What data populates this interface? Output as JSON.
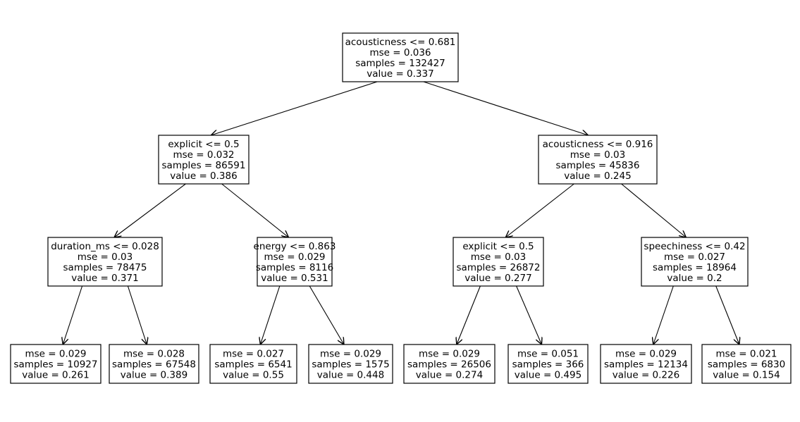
{
  "tree": {
    "nodes": [
      {
        "id": "n0",
        "lines": [
          "acousticness <= 0.681",
          "mse = 0.036",
          "samples = 132427",
          "value = 0.337"
        ]
      },
      {
        "id": "n1",
        "lines": [
          "explicit <= 0.5",
          "mse = 0.032",
          "samples = 86591",
          "value = 0.386"
        ]
      },
      {
        "id": "n2",
        "lines": [
          "acousticness <= 0.916",
          "mse = 0.03",
          "samples = 45836",
          "value = 0.245"
        ]
      },
      {
        "id": "n3",
        "lines": [
          "duration_ms <= 0.028",
          "mse = 0.03",
          "samples = 78475",
          "value = 0.371"
        ]
      },
      {
        "id": "n4",
        "lines": [
          "energy <= 0.863",
          "mse = 0.029",
          "samples = 8116",
          "value = 0.531"
        ]
      },
      {
        "id": "n5",
        "lines": [
          "explicit <= 0.5",
          "mse = 0.03",
          "samples = 26872",
          "value = 0.277"
        ]
      },
      {
        "id": "n6",
        "lines": [
          "speechiness <= 0.42",
          "mse = 0.027",
          "samples = 18964",
          "value = 0.2"
        ]
      },
      {
        "id": "n7",
        "lines": [
          "mse = 0.029",
          "samples = 10927",
          "value = 0.261"
        ]
      },
      {
        "id": "n8",
        "lines": [
          "mse = 0.028",
          "samples = 67548",
          "value = 0.389"
        ]
      },
      {
        "id": "n9",
        "lines": [
          "mse = 0.027",
          "samples = 6541",
          "value = 0.55"
        ]
      },
      {
        "id": "n10",
        "lines": [
          "mse = 0.029",
          "samples = 1575",
          "value = 0.448"
        ]
      },
      {
        "id": "n11",
        "lines": [
          "mse = 0.029",
          "samples = 26506",
          "value = 0.274"
        ]
      },
      {
        "id": "n12",
        "lines": [
          "mse = 0.051",
          "samples = 366",
          "value = 0.495"
        ]
      },
      {
        "id": "n13",
        "lines": [
          "mse = 0.029",
          "samples = 12134",
          "value = 0.226"
        ]
      },
      {
        "id": "n14",
        "lines": [
          "mse = 0.021",
          "samples = 6830",
          "value = 0.154"
        ]
      }
    ],
    "edges": [
      [
        "n0",
        "n1"
      ],
      [
        "n0",
        "n2"
      ],
      [
        "n1",
        "n3"
      ],
      [
        "n1",
        "n4"
      ],
      [
        "n2",
        "n5"
      ],
      [
        "n2",
        "n6"
      ],
      [
        "n3",
        "n7"
      ],
      [
        "n3",
        "n8"
      ],
      [
        "n4",
        "n9"
      ],
      [
        "n4",
        "n10"
      ],
      [
        "n5",
        "n11"
      ],
      [
        "n5",
        "n12"
      ],
      [
        "n6",
        "n13"
      ],
      [
        "n6",
        "n14"
      ]
    ]
  }
}
